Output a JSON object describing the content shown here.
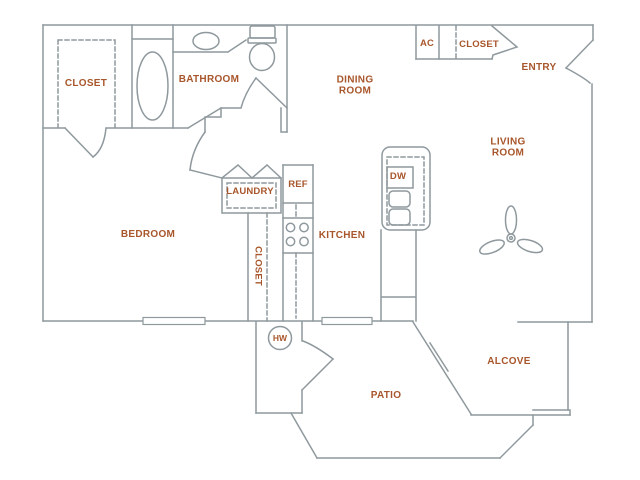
{
  "title": "Apartment floor plan",
  "colors": {
    "walls": "#8f999d",
    "labels": "#a8562b",
    "background": "#ffffff"
  },
  "labels": {
    "bedroom_closet": "CLOSET",
    "bathroom": "BATHROOM",
    "dining_room": "DINING ROOM",
    "ac_unit": "AC",
    "entry_closet": "CLOSET",
    "entry": "ENTRY",
    "living_room": "LIVING ROOM",
    "laundry": "LAUNDRY",
    "refrigerator": "REF",
    "kitchen": "KITCHEN",
    "dishwasher": "DW",
    "kitchen_closet": "CLOSET",
    "bedroom": "BEDROOM",
    "water_heater": "HW",
    "alcove": "ALCOVE",
    "patio": "PATIO"
  }
}
